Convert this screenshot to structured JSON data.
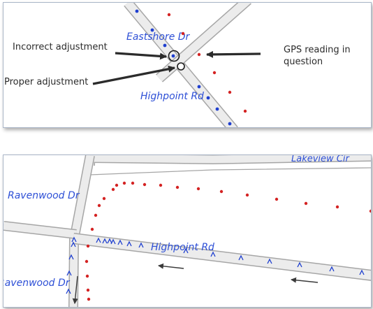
{
  "colors": {
    "road_fill": "#ececec",
    "road_edge": "#a6a6a6",
    "street_label": "#2d4fd6",
    "gps_point": "#d42323",
    "snapped_point": "#1f3fcf",
    "annotation": "#2b2b2b"
  },
  "top_map": {
    "streets": {
      "eastshore": "Eastshore Dr",
      "highpoint": "Highpoint Rd"
    },
    "annotations": {
      "incorrect": "Incorrect adjustment",
      "proper": "Proper adjustment",
      "gps_line1": "GPS reading in",
      "gps_line2": "question"
    },
    "point_style": "dots"
  },
  "bottom_map": {
    "streets": {
      "lakeview": "Lakeview Cir",
      "ravenwood_top": "Ravenwood Dr",
      "ravenwood_bottom": "Ravenwood Dr",
      "highpoint": "Highpoint Rd"
    },
    "point_style": "dots and direction chevrons",
    "arrow_icons": [
      "direction-arrow-icon",
      "direction-arrow-icon",
      "direction-arrow-icon"
    ]
  }
}
